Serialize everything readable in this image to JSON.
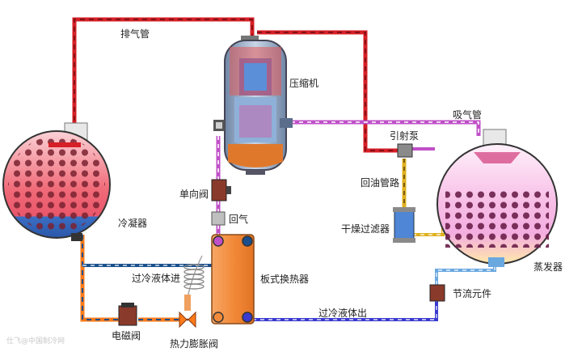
{
  "labels": {
    "discharge_pipe": "排气管",
    "compressor": "压缩机",
    "suction_pipe": "吸气管",
    "ejector_pump": "引射泵",
    "oil_return": "回油管路",
    "check_valve": "单向阀",
    "return_gas": "回气",
    "condenser": "冷凝器",
    "dryer_filter": "干燥过滤器",
    "evaporator": "蒸发器",
    "subcooled_in": "过冷液体进",
    "plate_hx": "板式换热器",
    "throttle": "节流元件",
    "subcooled_out": "过冷液体出",
    "solenoid_valve": "电磁阀",
    "txv": "热力膨胀阀",
    "watermark": "仕飞@中国制冷网"
  },
  "colors": {
    "discharge_line": "#d61f26",
    "suction_line": "#c050c8",
    "oil_line": "#e0b020",
    "liquid_line": "#1a4f8c",
    "liquid_outer": "#ff7a1a",
    "plate_hx": "#f28a3a",
    "condenser_top": "#f06a78",
    "condenser_bottom": "#3b6fc4",
    "evaporator": "#f6b4e0",
    "compressor_body": "#8fa7c4",
    "compressor_oil": "#e0782c"
  }
}
